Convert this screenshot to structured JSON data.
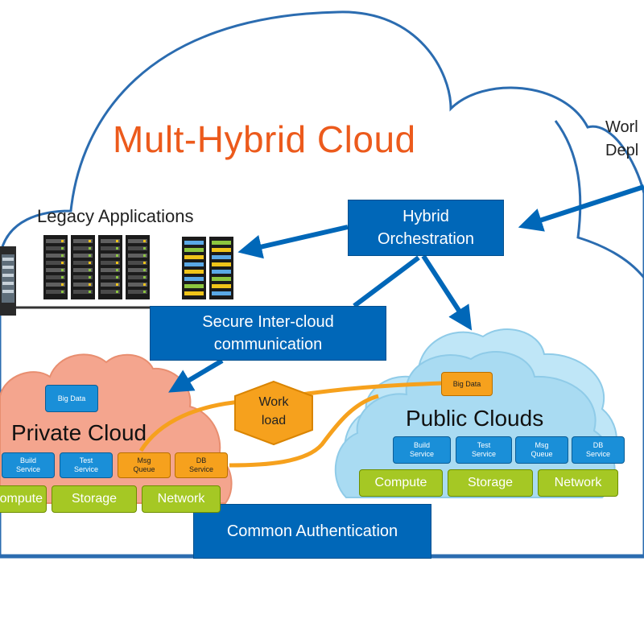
{
  "title": "Mult-Hybrid Cloud",
  "legacy_label": "Legacy Applications",
  "workload_deploy_partial": [
    "Worl",
    "Depl"
  ],
  "hybrid_orchestration": [
    "Hybrid",
    "Orchestration"
  ],
  "secure_intercloud": [
    "Secure Inter-cloud",
    "communication"
  ],
  "common_authentication": "Common Authentication",
  "workload_hex": [
    "Work",
    "load"
  ],
  "private_cloud": {
    "title": "Private Cloud",
    "big_data": "Big Data",
    "services": [
      {
        "lines": [
          "Build",
          "Service"
        ]
      },
      {
        "lines": [
          "Test",
          "Service"
        ]
      },
      {
        "lines": [
          "Msg",
          "Queue"
        ]
      },
      {
        "lines": [
          "DB",
          "Service"
        ]
      }
    ],
    "resources": [
      "ompute",
      "Storage",
      "Network"
    ]
  },
  "public_clouds": {
    "title": "Public Clouds",
    "big_data": "Big Data",
    "services": [
      {
        "lines": [
          "Build",
          "Service"
        ]
      },
      {
        "lines": [
          "Test",
          "Service"
        ]
      },
      {
        "lines": [
          "Msg",
          "Queue"
        ]
      },
      {
        "lines": [
          "DB",
          "Service"
        ]
      }
    ],
    "resources": [
      "Compute",
      "Storage",
      "Network"
    ]
  },
  "colors": {
    "title": "#ec5a1c",
    "box_blue": "#0067b8",
    "cloud_outline": "#2b6cb0",
    "private_cloud_fill": "#f4a58e",
    "public_cloud_fill": "#a9dbf2",
    "workload_orange": "#f6a11d",
    "resource_green": "#a5c824"
  }
}
